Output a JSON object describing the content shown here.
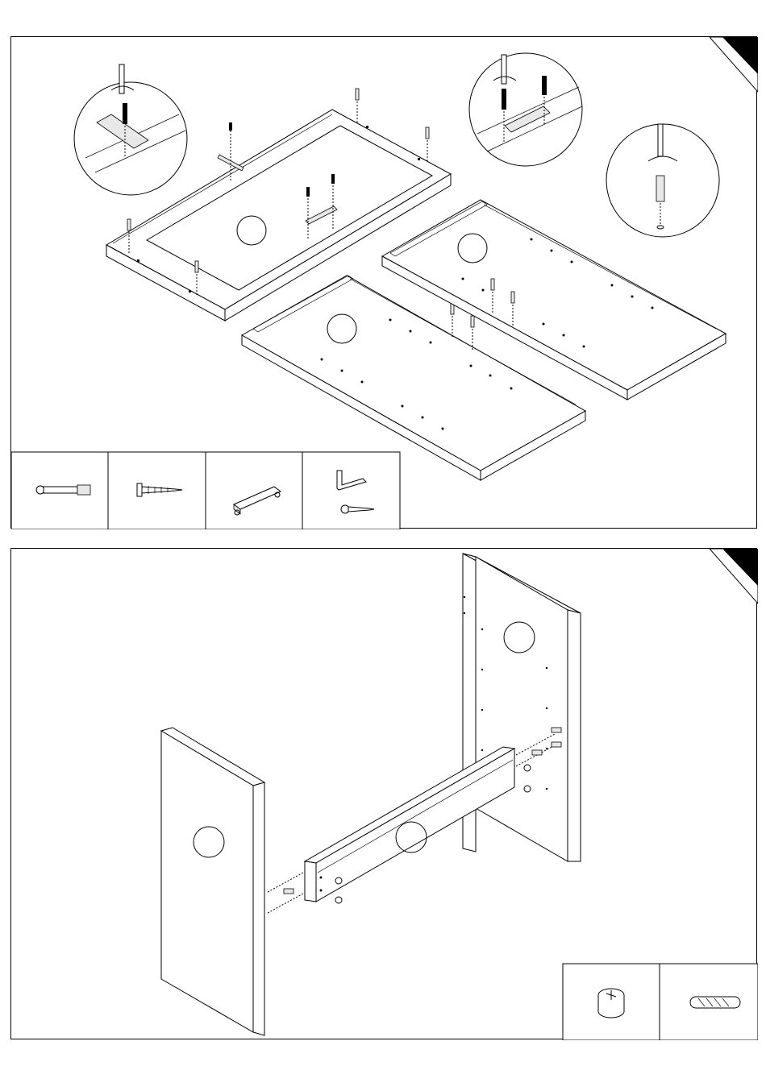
{
  "document": {
    "type": "assembly-instructions",
    "steps": [
      {
        "id": "step-1",
        "hardware": [
          {
            "icon": "cam-bolt-icon"
          },
          {
            "icon": "wood-screw-icon"
          },
          {
            "icon": "magnetic-catch-icon"
          },
          {
            "icon": "angle-bracket-with-screw-icon"
          }
        ]
      },
      {
        "id": "step-2",
        "hardware": [
          {
            "icon": "cam-lock-nut-icon"
          },
          {
            "icon": "wooden-dowel-icon"
          }
        ]
      }
    ]
  }
}
